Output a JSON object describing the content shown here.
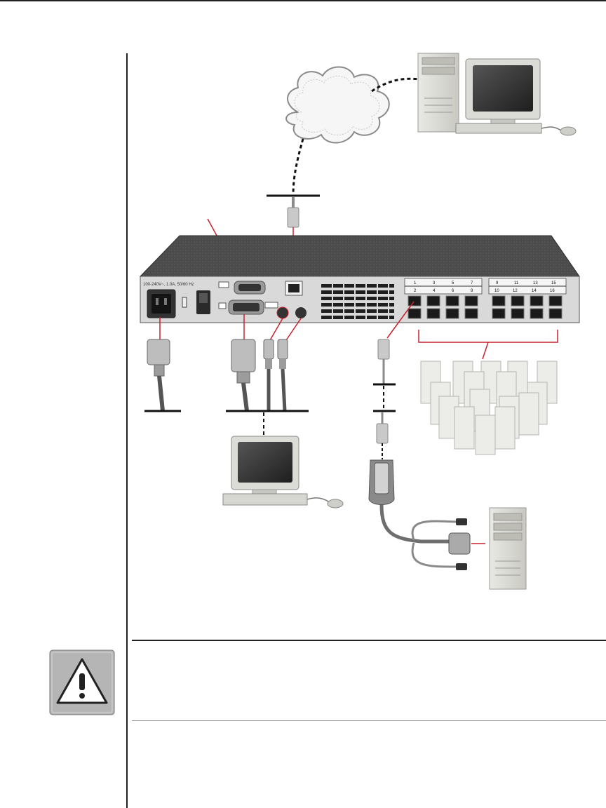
{
  "power_label": "100-240V~, 1.0A, 50/60 Hz",
  "port_numbers": {
    "group1_top": [
      "1",
      "3",
      "5",
      "7"
    ],
    "group1_bottom": [
      "2",
      "4",
      "6",
      "8"
    ],
    "group2_top": [
      "9",
      "11",
      "13",
      "15"
    ],
    "group2_bottom": [
      "10",
      "12",
      "14",
      "16"
    ]
  },
  "icons": {
    "caution": "caution-triangle-icon",
    "cloud": "network-cloud-icon",
    "remote_pc": "remote-computer-icon",
    "local_console": "local-console-icon",
    "target_server": "target-server-icon",
    "servers": "server-array-icon",
    "switch": "kvm-switch-icon"
  },
  "colors": {
    "callout_red": "#c8202c",
    "appliance_dark": "#3a3a3a",
    "cable_gray": "#6e6e6e",
    "caution_gray": "#b5b5b5"
  }
}
